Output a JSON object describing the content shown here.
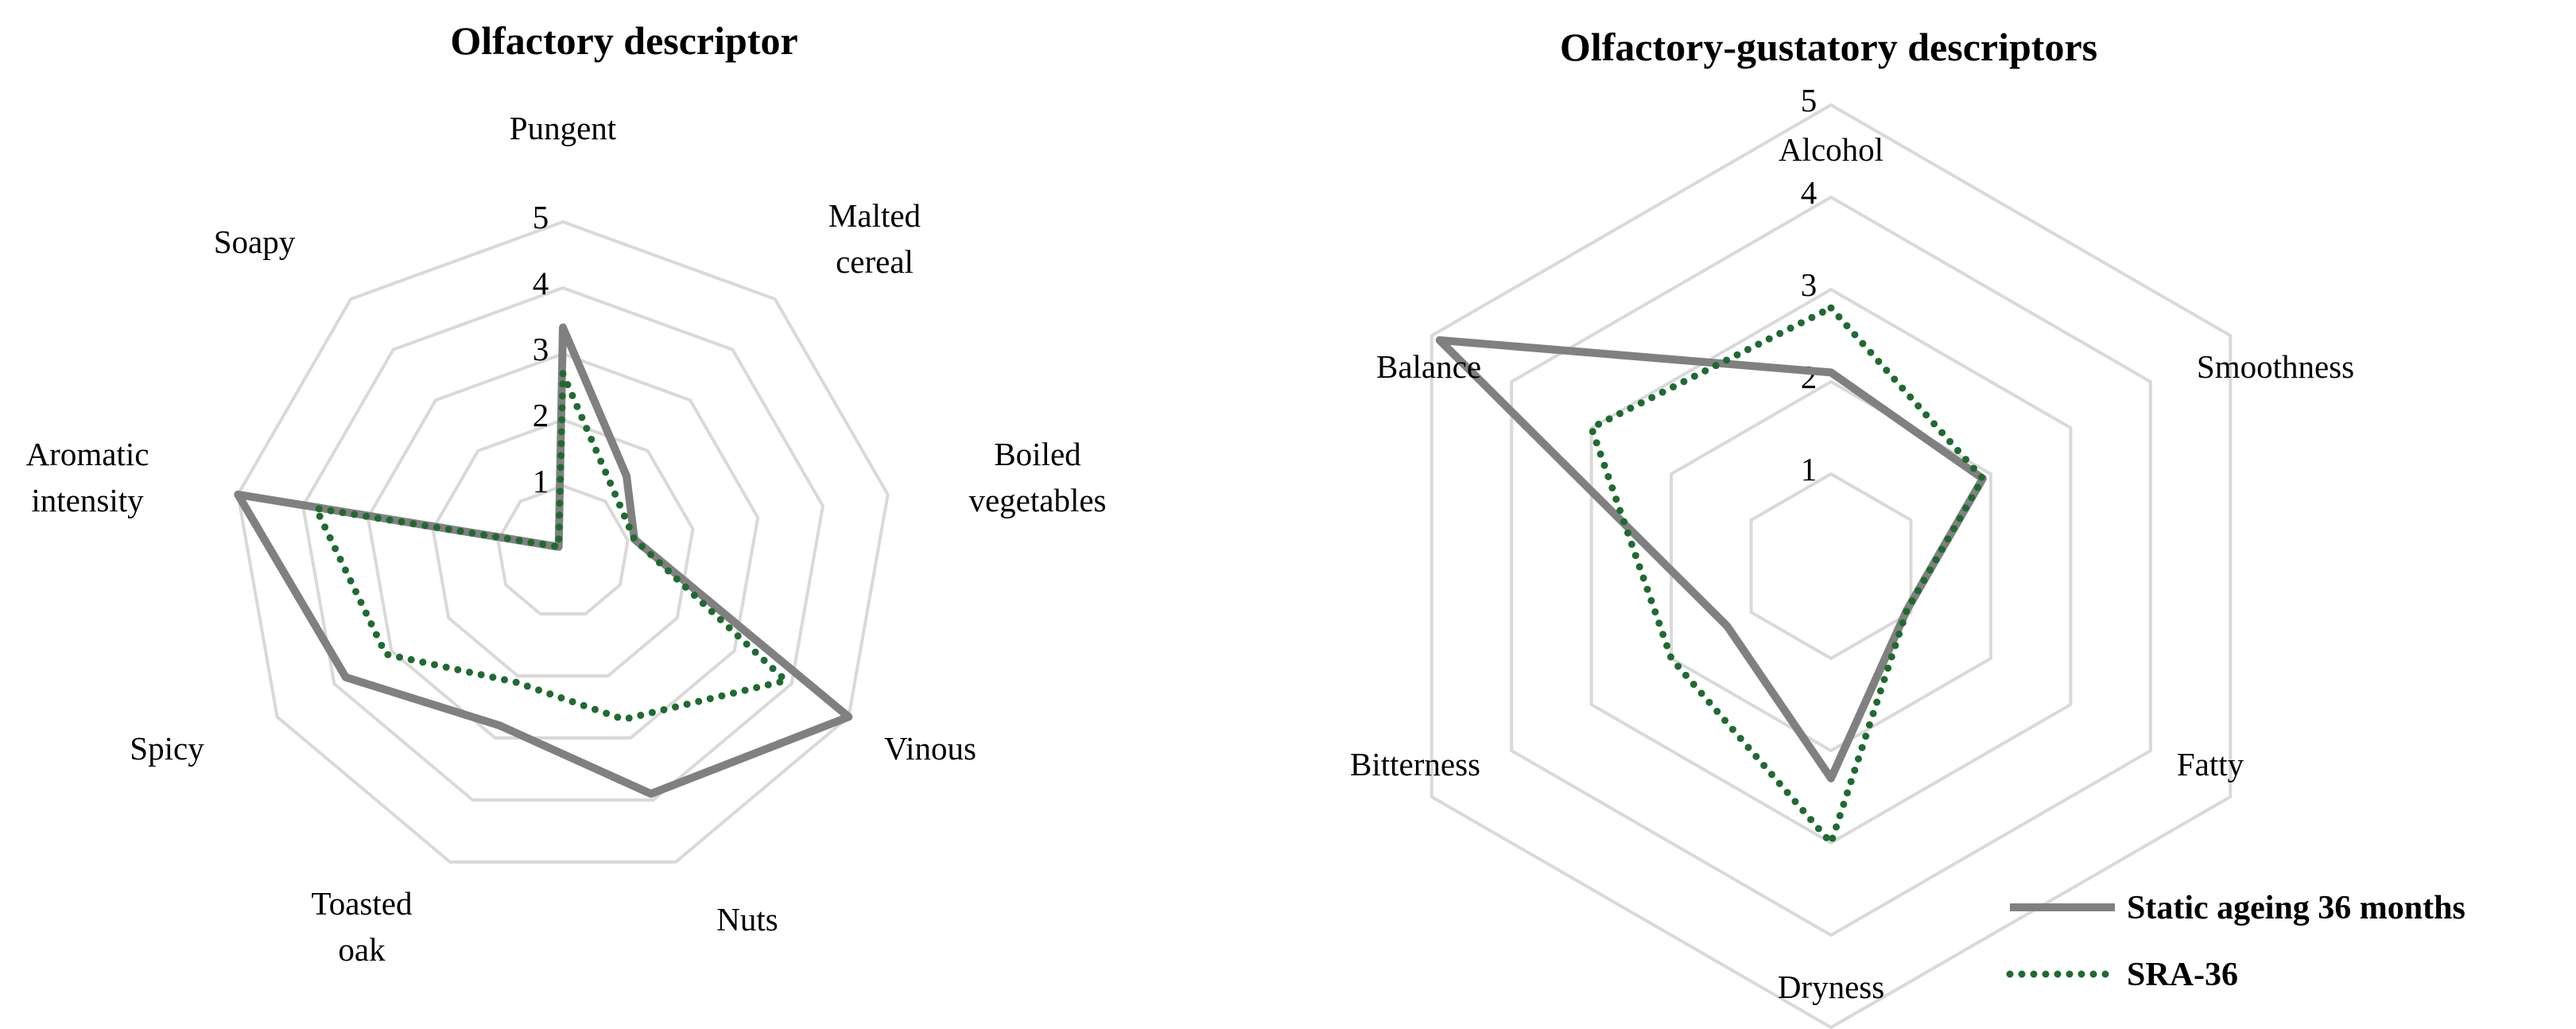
{
  "figure": {
    "legend": {
      "position": "bottom-right",
      "entries": [
        {
          "label": "Static ageing 36 months",
          "color": "#808080",
          "style": "solid"
        },
        {
          "label": "SRA-36",
          "color": "#1e6b30",
          "style": "dotted"
        }
      ]
    }
  },
  "chart_data": [
    {
      "type": "radar",
      "title": "Olfactory descriptor",
      "axes": [
        "Pungent",
        "Malted cereal",
        "Boiled vegetables",
        "Vinous",
        "Nuts",
        "Toasted oak",
        "Spicy",
        "Aromatic intensity",
        "Soapy"
      ],
      "r_range": [
        0,
        5
      ],
      "ticks": [
        "1",
        "2",
        "3",
        "4",
        "5"
      ],
      "grid": true,
      "series": [
        {
          "name": "Static ageing 36 months",
          "color": "#808080",
          "style": "solid",
          "values": [
            3.4,
            1.5,
            1.1,
            5.0,
            3.9,
            2.8,
            3.8,
            5.0,
            0.1
          ]
        },
        {
          "name": "SRA-36",
          "color": "#1e6b30",
          "style": "dotted",
          "values": [
            2.7,
            1.2,
            1.1,
            3.9,
            2.7,
            2.1,
            3.1,
            3.8,
            0.1
          ]
        }
      ]
    },
    {
      "type": "radar",
      "title": "Olfactory-gustatory descriptors",
      "axes": [
        "Alcohol",
        "Smoothness",
        "Fatty",
        "Dryness",
        "Bitterness",
        "Balance"
      ],
      "r_range": [
        0,
        5
      ],
      "ticks": [
        "1",
        "2",
        "3",
        "4",
        "5"
      ],
      "grid": true,
      "series": [
        {
          "name": "Static ageing 36 months",
          "color": "#808080",
          "style": "solid",
          "values": [
            2.1,
            1.9,
            0.95,
            2.3,
            1.3,
            4.9
          ]
        },
        {
          "name": "SRA-36",
          "color": "#1e6b30",
          "style": "dotted",
          "values": [
            2.8,
            1.9,
            0.95,
            3.0,
            2.0,
            3.0
          ]
        }
      ]
    }
  ]
}
